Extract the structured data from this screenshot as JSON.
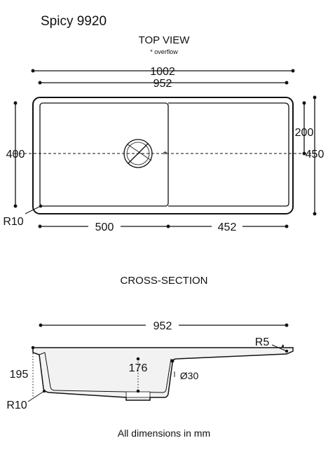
{
  "title": "Spicy 9920",
  "top_view": {
    "heading": "TOP VIEW",
    "note": "* overflow",
    "dims": {
      "overall_width": "1002",
      "inner_width": "952",
      "bowl_width": "500",
      "drainer_width": "452",
      "bowl_depth": "400",
      "overall_depth": "450",
      "center_offset": "200",
      "corner_radius": "R10"
    }
  },
  "cross_section": {
    "heading": "CROSS-SECTION",
    "dims": {
      "width": "952",
      "edge_radius": "R5",
      "height": "195",
      "bowl_height": "176",
      "drain_diameter": "Ø30",
      "corner_radius": "R10"
    }
  },
  "footer": "All dimensions in mm",
  "colors": {
    "line": "#111111",
    "fill": "#f2f2f2"
  }
}
